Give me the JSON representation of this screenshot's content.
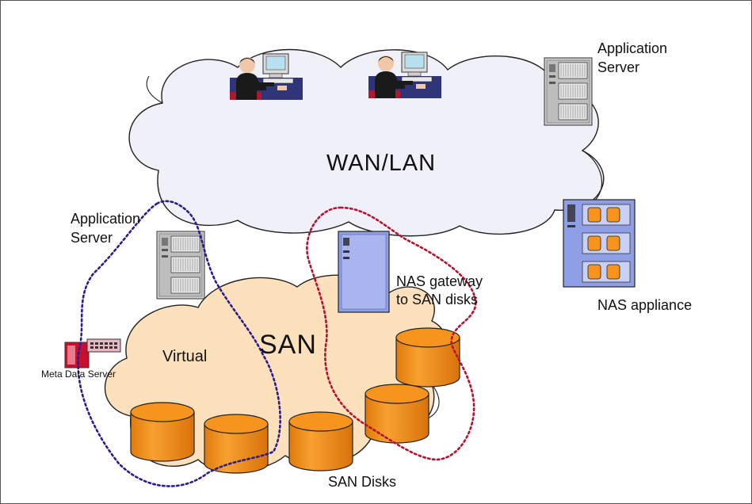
{
  "diagram": {
    "wan_label": "WAN/LAN",
    "san_label": "SAN",
    "virtual_label": "Virtual",
    "app_server_top_line1": "Application",
    "app_server_top_line2": "Server",
    "app_server_left_line1": "Application",
    "app_server_left_line2": "Server",
    "nas_gateway_line1": "NAS gateway",
    "nas_gateway_line2": "to SAN disks",
    "nas_appliance_label": "NAS appliance",
    "meta_data_server_label": "Meta Data Server",
    "san_disks_label": "SAN Disks"
  },
  "colors": {
    "wan_cloud_fill": "#f0f0f8",
    "san_cloud_fill": "#fde0bc",
    "disk_fill": "#f7941d",
    "virtual_boundary": "#2a1e8c",
    "nas_boundary": "#b5122f",
    "nas_blue": "#8f9fe6",
    "meta_red": "#c8102e"
  }
}
